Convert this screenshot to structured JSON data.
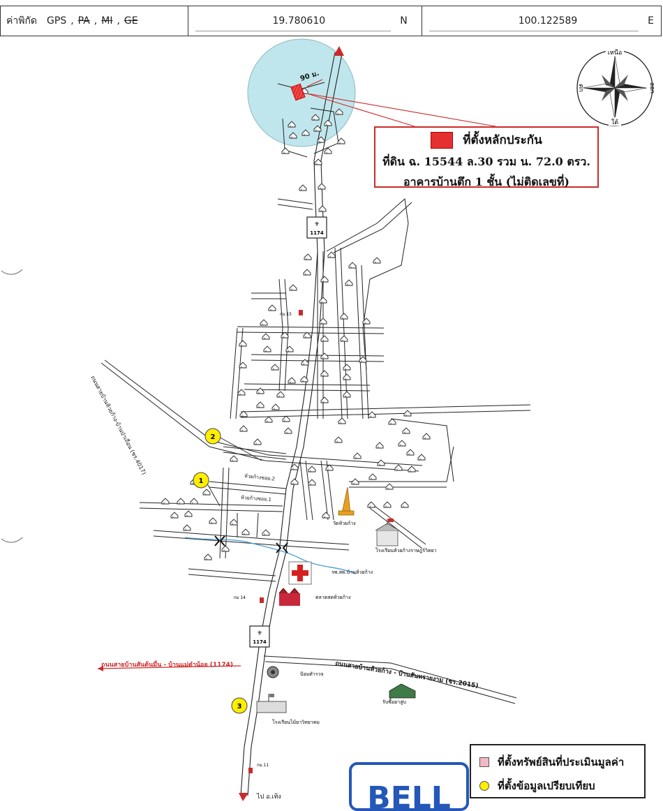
{
  "header": {
    "coord_label": "ค่าพิกัด",
    "gps": "GPS",
    "pa": "PA",
    "mi": "MI",
    "ge": "GE",
    "sep": ",",
    "latitude": "19.780610",
    "lat_dir": "N",
    "longitude": "100.122589",
    "lon_dir": "E"
  },
  "callout": {
    "title": "ที่ตั้งหลักประกัน",
    "line1": "ที่ดิน ฉ. 15544  ล.30 รวม น. 72.0 ตรว.",
    "line2": "อาคารบ้านตึก 1 ชั้น (ไม่ติดเลขที่)"
  },
  "distance_label": "90 ม.",
  "compass": {
    "north": "เหนือ",
    "south": "ใต้",
    "east": "ออก",
    "west": "ตก"
  },
  "roads": {
    "route_1174": "1174",
    "route_1174_b": "1174",
    "road_main": "ถนนสายบ้านสันต้นมื่น - บ้านแม่ต๋าน้อย (1174)",
    "road_2015": "ถนนสายบ้านห้วยก้าง - บ้านสันทรายงาม (ชร.2015)",
    "road_4017": "ถนนสายบ้านห้วยก้าง-บ้านป่าเถื่อน (ชร.4017)",
    "to_thoeng": "ไป อ.เทิง"
  },
  "places": {
    "temple": "วัดห้วยก้าง",
    "school": "โรงเรียนห้วยก้างราษฎร์วิทยา",
    "hospital": "รพ.สต.บ้านห้วยก้าง",
    "market": "ตลาดสดห้วยก้าง",
    "police": "ป้อมตำรวจ",
    "tobacco": "รับซื้อยาสูบ",
    "school2": "โรงเรียนไม้ยาวิทยาคม",
    "km15": "กม.15",
    "km14": "กม 14",
    "km11": "กม.11",
    "alley2": "ห้วยก้างซอย.2",
    "alley1": "ห้วยก้างซอย.1"
  },
  "markers": [
    "1",
    "2",
    "3"
  ],
  "legend": {
    "item1": "ที่ตั้งทรัพย์สินที่ประเมินมูลค่า",
    "item2": "ที่ตั้งข้อมูลเปรียบเทียบ"
  },
  "stamp": "BELL",
  "colors": {
    "collateral": "#e53030",
    "buffer": "#bfe6ec",
    "comparable": "#ffee00",
    "road_label": "#cc2a2a",
    "stamp": "#2457b8"
  }
}
